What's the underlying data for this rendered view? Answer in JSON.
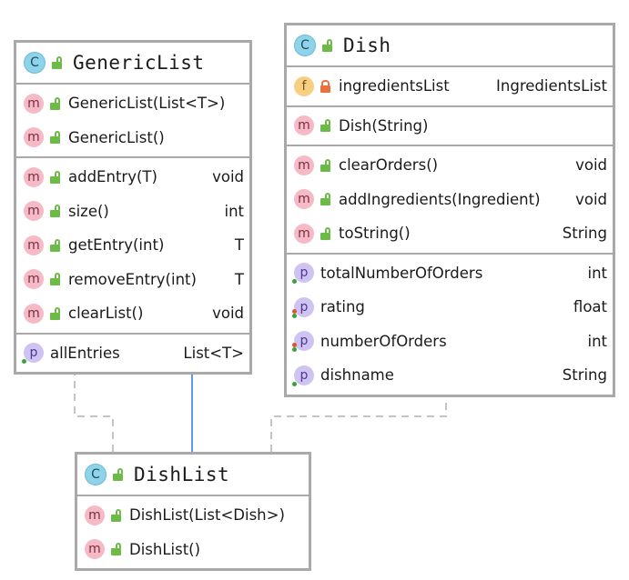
{
  "colors": {
    "border": "#a9a9a9",
    "inheritance_arrow": "#5b9ae8",
    "dependency_arrow": "#c4c4c4"
  },
  "classes": {
    "generic_list": {
      "kind_badge": "C",
      "name": "GenericList",
      "constructors": [
        {
          "badge": "m",
          "label": "GenericList(List<T>)",
          "type": ""
        },
        {
          "badge": "m",
          "label": "GenericList()",
          "type": ""
        }
      ],
      "methods": [
        {
          "badge": "m",
          "label": "addEntry(T)",
          "type": "void"
        },
        {
          "badge": "m",
          "label": "size()",
          "type": "int"
        },
        {
          "badge": "m",
          "label": "getEntry(int)",
          "type": "T"
        },
        {
          "badge": "m",
          "label": "removeEntry(int)",
          "type": "T"
        },
        {
          "badge": "m",
          "label": "clearList()",
          "type": "void"
        }
      ],
      "properties": [
        {
          "badge": "p",
          "label": "allEntries",
          "type": "List<T>"
        }
      ]
    },
    "dish": {
      "kind_badge": "C",
      "name": "Dish",
      "fields": [
        {
          "badge": "f",
          "label": "ingredientsList",
          "type": "IngredientsList"
        }
      ],
      "constructors": [
        {
          "badge": "m",
          "label": "Dish(String)",
          "type": ""
        }
      ],
      "methods": [
        {
          "badge": "m",
          "label": "clearOrders()",
          "type": "void"
        },
        {
          "badge": "m",
          "label": "addIngredients(Ingredient)",
          "type": "void"
        },
        {
          "badge": "m",
          "label": "toString()",
          "type": "String"
        }
      ],
      "properties": [
        {
          "badge": "p",
          "label": "totalNumberOfOrders",
          "type": "int"
        },
        {
          "badge": "p",
          "label": "rating",
          "type": "float"
        },
        {
          "badge": "p",
          "label": "numberOfOrders",
          "type": "int"
        },
        {
          "badge": "p",
          "label": "dishname",
          "type": "String"
        }
      ]
    },
    "dish_list": {
      "kind_badge": "C",
      "name": "DishList",
      "constructors": [
        {
          "badge": "m",
          "label": "DishList(List<Dish>)",
          "type": ""
        },
        {
          "badge": "m",
          "label": "DishList()",
          "type": ""
        }
      ]
    }
  }
}
